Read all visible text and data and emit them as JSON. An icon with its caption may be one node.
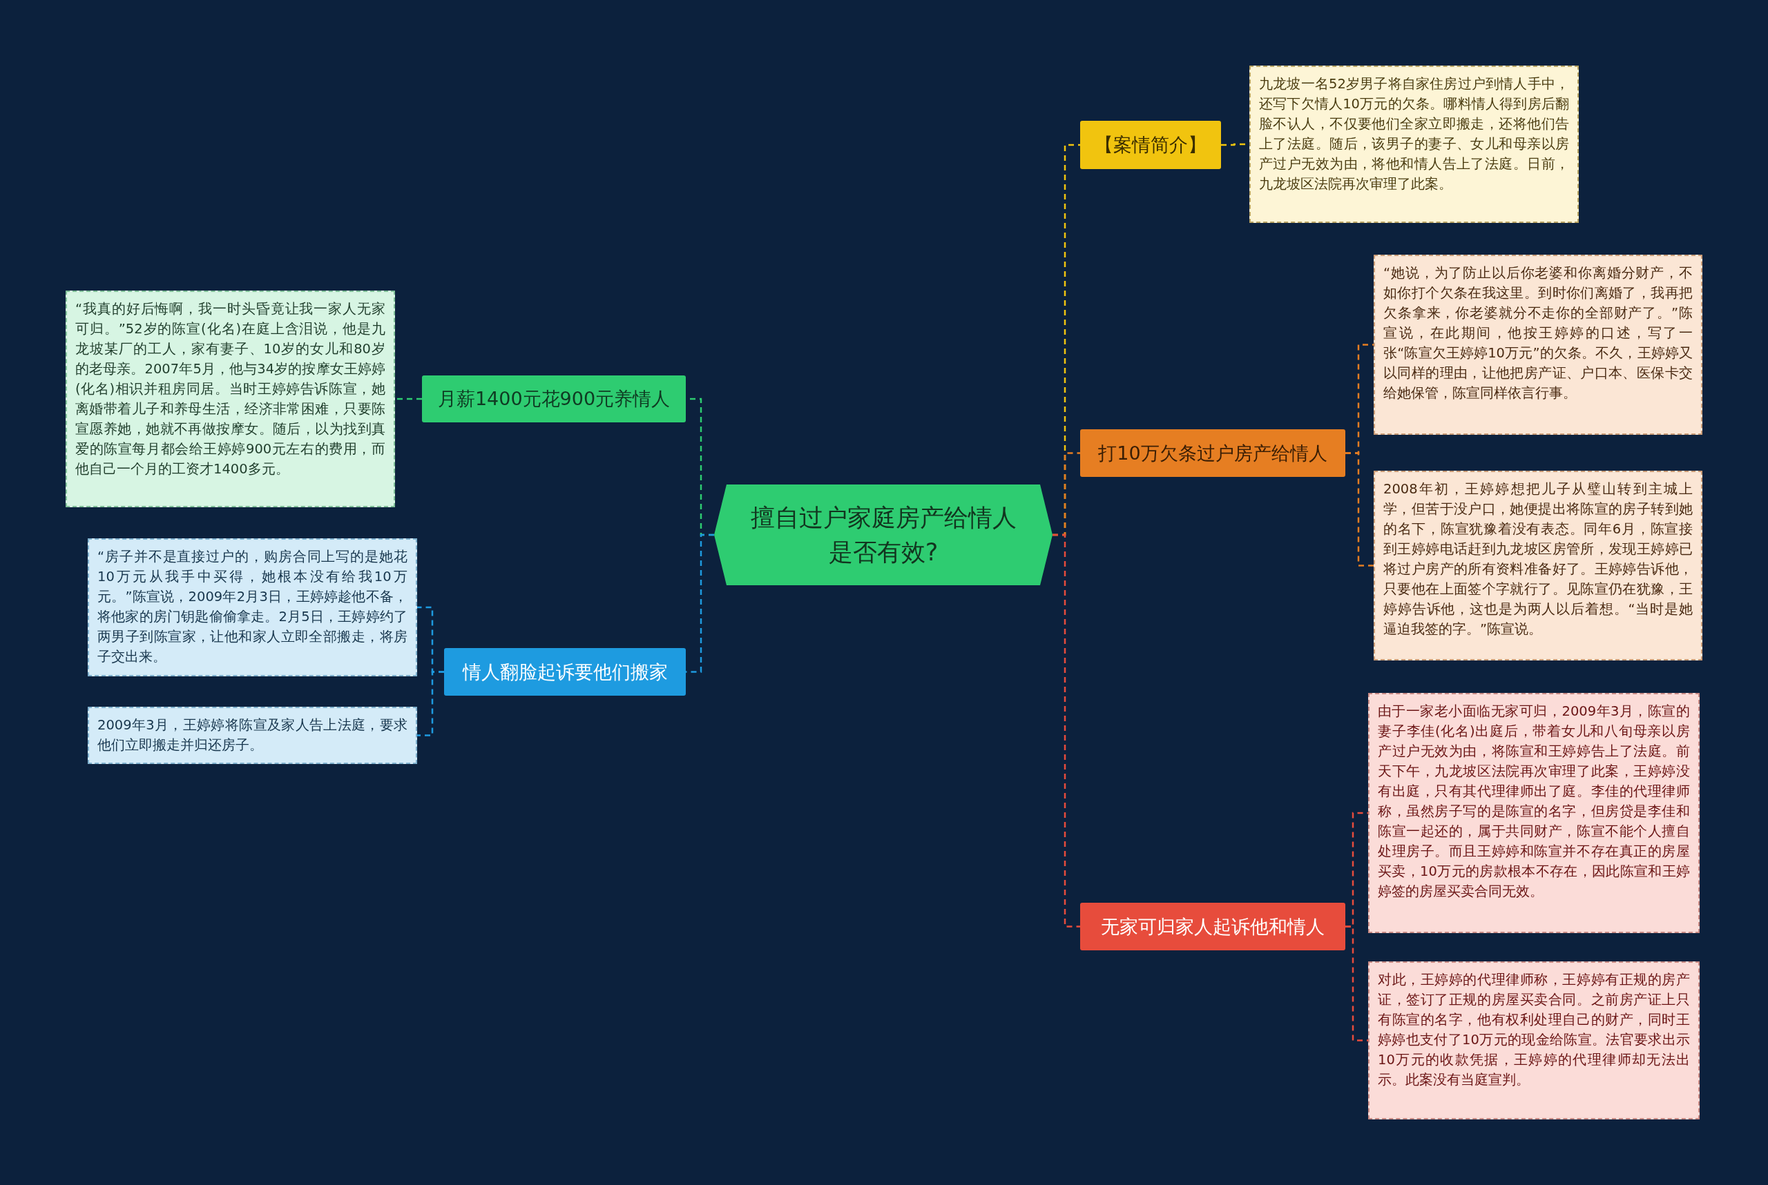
{
  "diagram": {
    "nodes": [
      {
        "text": [
          "擅自过户家庭房产给情人是否有效?"
        ]
      },
      {
        "text": [
          "【案情简介】"
        ]
      },
      {
        "text": [
          "九龙坡一名52岁男子将自家住房过户到情人手中，还写下欠情人10万元的欠条。哪料情人得到房后翻脸不认人，不仅要他们全家立即搬走，还将他们告上了法庭。随后，该男子的妻子、女儿和母亲以房产过户无效为由，将他和情人告上了法庭。日前，九龙坡区法院再次审理了此案。"
        ]
      },
      {
        "text": [
          "打10万欠条过户房产给情人"
        ]
      },
      {
        "text": [
          "“她说，为了防止以后你老婆和你离婚分财产，不如你打个欠条在我这里。到时你们离婚了，我再把欠条拿来，你老婆就分不走你的全部财产了。”陈宣说，在此期间，他按王婷婷的口述，写了一张“陈宣欠王婷婷10万元”的欠条。不久，王婷婷又以同样的理由，让他把房产证、户口本、医保卡交给她保管，陈宣同样依言行事。"
        ]
      },
      {
        "text": [
          "2008年初，王婷婷想把儿子从璧山转到主城上学，但苦于没户口，她便提出将陈宣的房子转到她的名下，陈宣犹豫着没有表态。同年6月，陈宣接到王婷婷电话赶到九龙坡区房管所，发现王婷婷已将过户房产的所有资料准备好了。王婷婷告诉他，只要他在上面签个字就行了。见陈宣仍在犹豫，王婷婷告诉他，这也是为两人以后着想。“当时是她逼迫我签的字。”陈宣说。"
        ]
      },
      {
        "text": [
          "无家可归家人起诉他和情人"
        ]
      },
      {
        "text": [
          "由于一家老小面临无家可归，2009年3月，陈宣的妻子李佳(化名)出庭后，带着女儿和八旬母亲以房产过户无效为由，将陈宣和王婷婷告上了法庭。前天下午，九龙坡区法院再次审理了此案，王婷婷没有出庭，只有其代理律师出了庭。李佳的代理律师称，虽然房子写的是陈宣的名字，但房贷是李佳和陈宣一起还的，属于共同财产，陈宣不能个人擅自处理房子。而且王婷婷和陈宣并不存在真正的房屋买卖，10万元的房款根本不存在，因此陈宣和王婷婷签的房屋买卖合同无效。"
        ]
      },
      {
        "text": [
          "对此，王婷婷的代理律师称，王婷婷有正规的房产证，签订了正规的房屋买卖合同。之前房产证上只有陈宣的名字，他有权利处理自己的财产，同时王婷婷也支付了10万元的现金给陈宣。法官要求出示10万元的收款凭据，王婷婷的代理律师却无法出示。此案没有当庭宣判。"
        ]
      },
      {
        "text": [
          "月薪1400元花900元养情人"
        ]
      },
      {
        "text": [
          "“我真的好后悔啊，我一时头昏竟让我一家人无家可归。”52岁的陈宣(化名)在庭上含泪说，他是九龙坡某厂的工人，家有妻子、10岁的女儿和80岁的老母亲。2007年5月，他与34岁的按摩女王婷婷(化名)相识并租房同居。当时王婷婷告诉陈宣，她离婚带着儿子和养母生活，经济非常困难，只要陈宣愿养她，她就不再做按摩女。随后，以为找到真爱的陈宣每月都会给王婷婷900元左右的费用，而他自己一个月的工资才1400多元。"
        ]
      },
      {
        "text": [
          "情人翻脸起诉要他们搬家"
        ]
      },
      {
        "text": [
          "“房子并不是直接过户的，购房合同上写的是她花10万元从我手中买得，她根本没有给我10万元。”陈宣说，2009年2月3日，王婷婷趁他不备，将他家的房门钥匙偷偷拿走。2月5日，王婷婷约了两男子到陈宣家，让他和家人立即全部搬走，将房子交出来。"
        ]
      },
      {
        "text": [
          "2009年3月，王婷婷将陈宣及家人告上法庭，要求他们立即搬走并归还房子。"
        ]
      }
    ],
    "edges": [
      {
        "from": 0,
        "to": 1,
        "arrow": "none",
        "style": "dashed",
        "color": "#f1c40f"
      },
      {
        "from": 1,
        "to": 2,
        "arrow": "none",
        "style": "dashed",
        "color": "#f1c40f"
      },
      {
        "from": 0,
        "to": 3,
        "arrow": "none",
        "style": "dashed",
        "color": "#e67e22"
      },
      {
        "from": 3,
        "to": 4,
        "arrow": "none",
        "style": "dashed",
        "color": "#e67e22"
      },
      {
        "from": 3,
        "to": 5,
        "arrow": "none",
        "style": "dashed",
        "color": "#e67e22"
      },
      {
        "from": 0,
        "to": 6,
        "arrow": "none",
        "style": "dashed",
        "color": "#e74c3c"
      },
      {
        "from": 6,
        "to": 7,
        "arrow": "none",
        "style": "dashed",
        "color": "#e74c3c"
      },
      {
        "from": 6,
        "to": 8,
        "arrow": "none",
        "style": "dashed",
        "color": "#e74c3c"
      },
      {
        "from": 0,
        "to": 9,
        "arrow": "none",
        "style": "dashed",
        "color": "#2ecc71"
      },
      {
        "from": 9,
        "to": 10,
        "arrow": "none",
        "style": "dashed",
        "color": "#2ecc71"
      },
      {
        "from": 0,
        "to": 11,
        "arrow": "none",
        "style": "dashed",
        "color": "#1e9be0"
      },
      {
        "from": 11,
        "to": 12,
        "arrow": "none",
        "style": "dashed",
        "color": "#1e9be0"
      },
      {
        "from": 11,
        "to": 13,
        "arrow": "none",
        "style": "dashed",
        "color": "#1e9be0"
      }
    ]
  }
}
